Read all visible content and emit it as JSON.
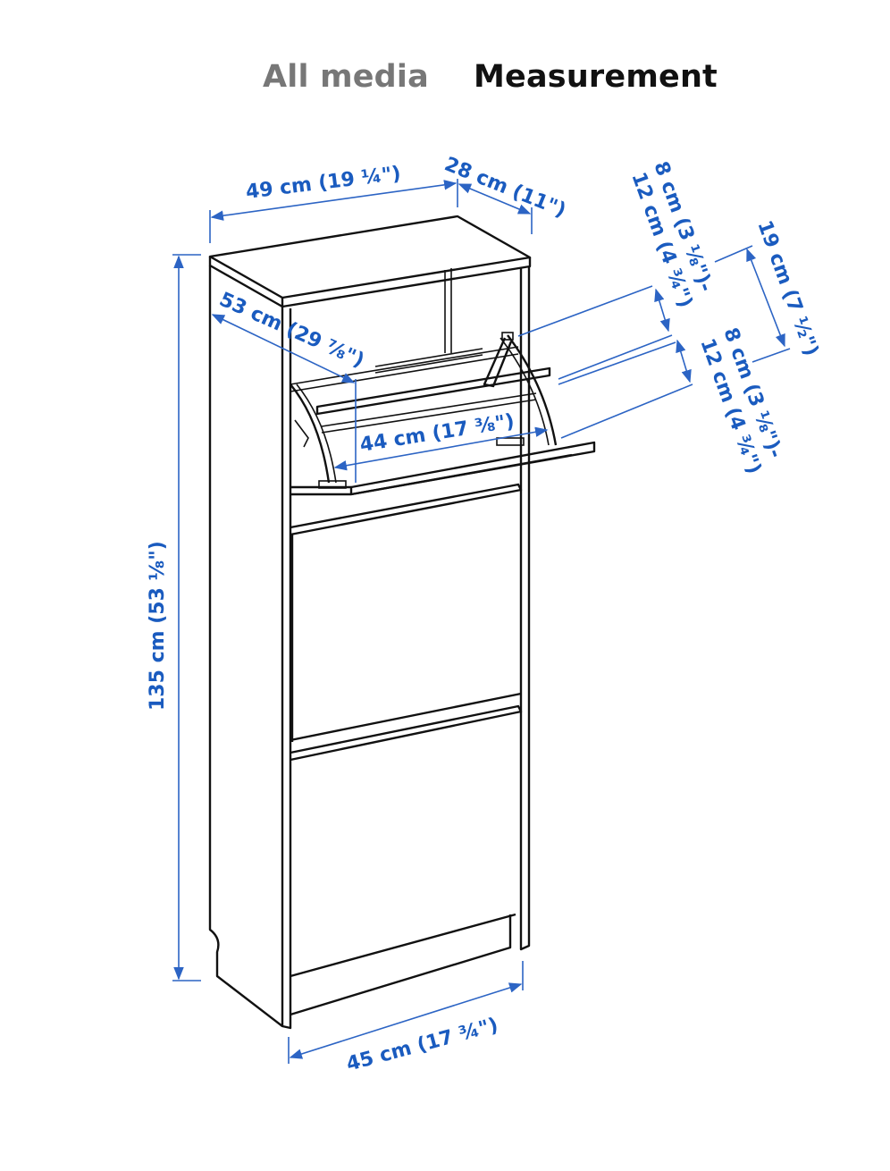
{
  "tabs": [
    {
      "label": "All media",
      "active": false
    },
    {
      "label": "Measurement",
      "active": true
    }
  ],
  "diagram": {
    "subject": "shoe-cabinet-with-3-compartments",
    "dimension_color": "#1a5bbf",
    "line_color": "#111111",
    "dimensions": {
      "width_top": "49 cm (19 ¼\")",
      "depth_top": "28 cm (11\")",
      "height": "135 cm (53 ⅛\")",
      "open_depth": "53 cm (29 ⅞\")",
      "inner_width": "44 cm (17 ⅜\")",
      "compartment_height_upper_1": "8 cm (3 ⅛\")-",
      "compartment_height_upper_2": "12 cm (4 ¾\")",
      "compartment_height_lower_1": "8 cm (3 ⅛\")-",
      "compartment_height_lower_2": "12 cm (4 ¾\")",
      "flap_height": "19 cm (7 ½\")",
      "width_bottom": "45 cm (17 ¾\")"
    }
  }
}
